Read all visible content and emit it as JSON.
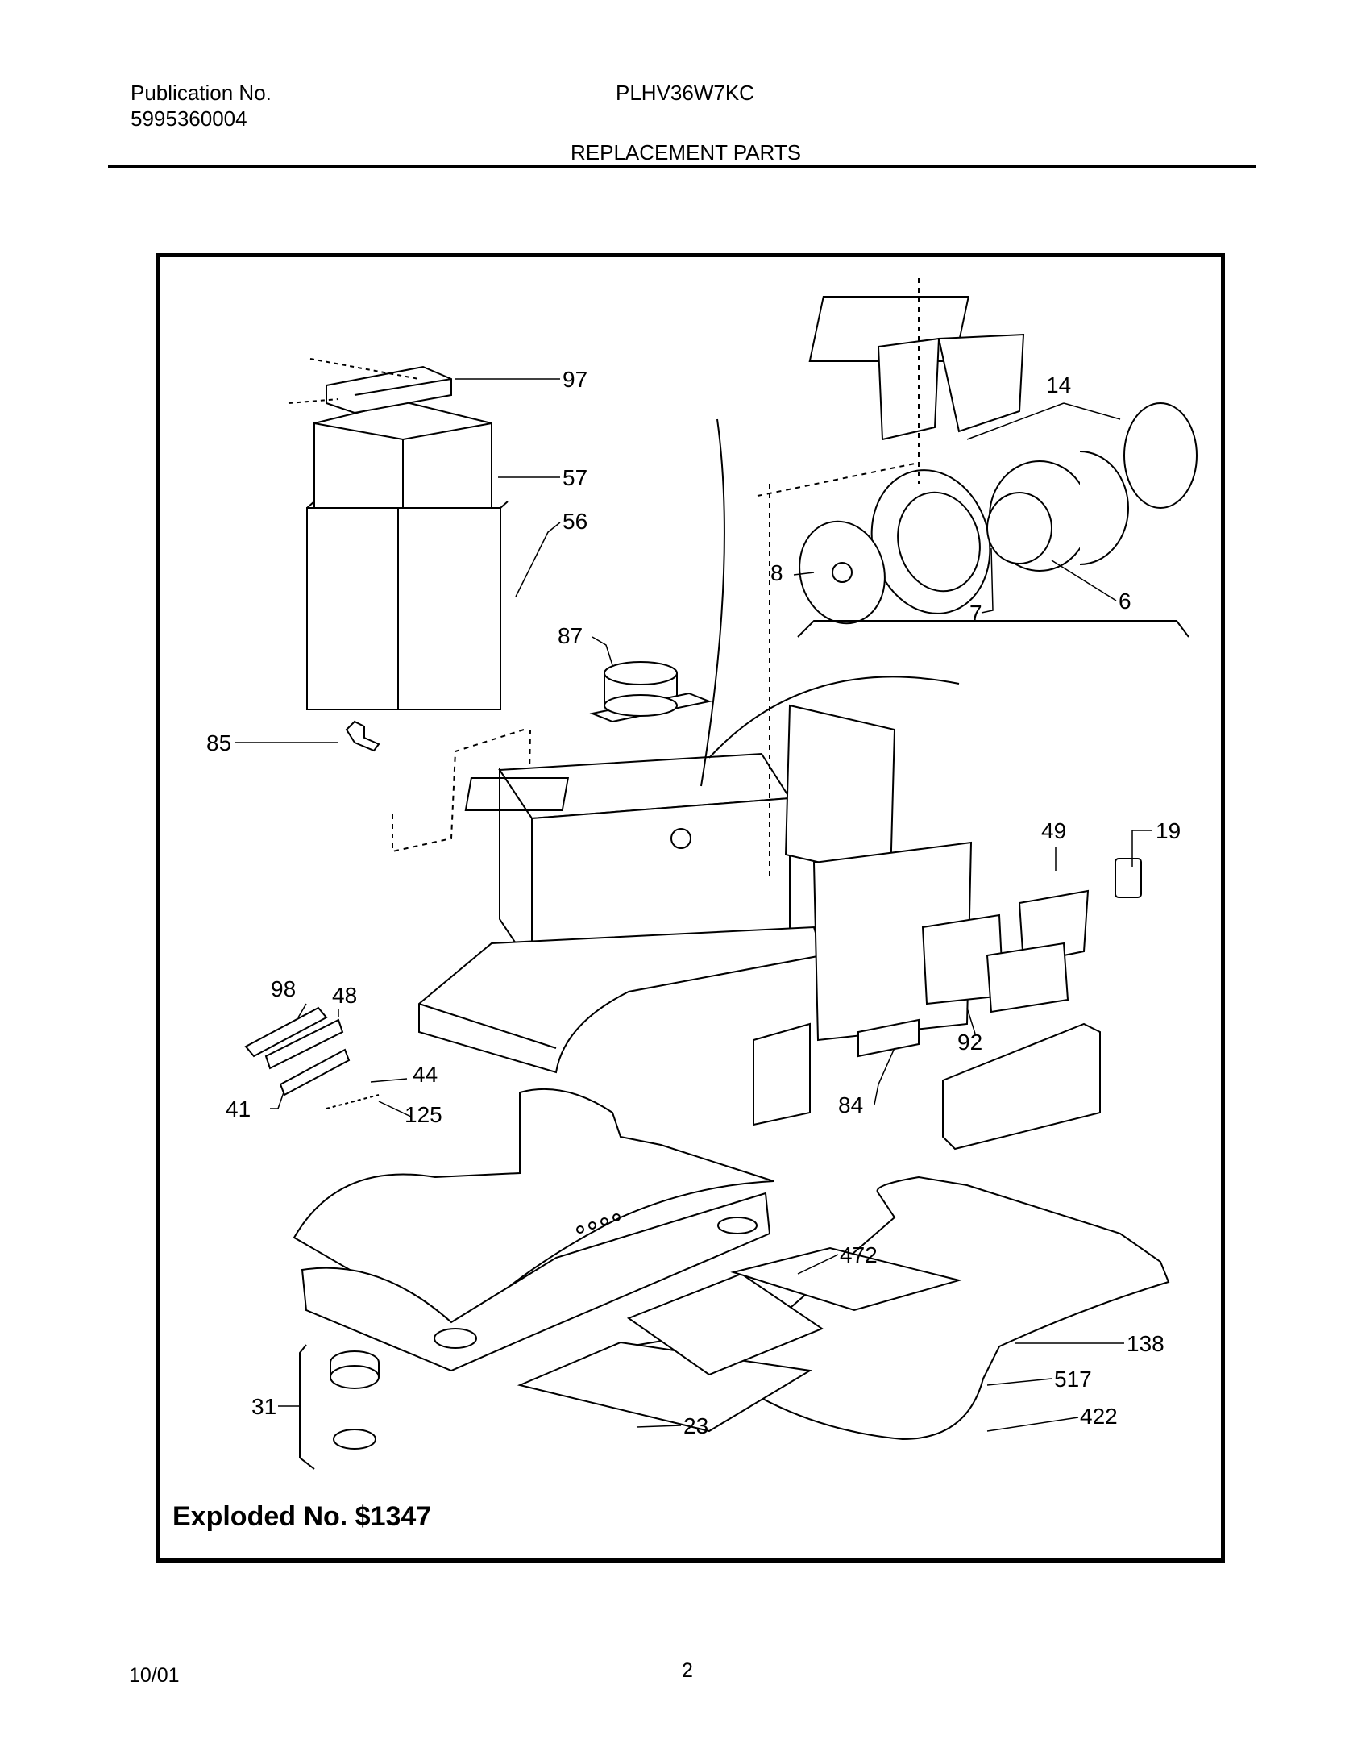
{
  "header": {
    "publication_label": "Publication No.",
    "publication_number": "5995360004",
    "model": "PLHV36W7KC",
    "section_title": "REPLACEMENT PARTS"
  },
  "diagram": {
    "callouts": [
      "97",
      "57",
      "56",
      "14",
      "8",
      "7",
      "6",
      "87",
      "85",
      "49",
      "19",
      "98",
      "48",
      "44",
      "41",
      "125",
      "92",
      "84",
      "472",
      "138",
      "517",
      "422",
      "31",
      "23"
    ],
    "exploded_label": "Exploded No. $1347"
  },
  "footer": {
    "date": "10/01",
    "page": "2"
  }
}
